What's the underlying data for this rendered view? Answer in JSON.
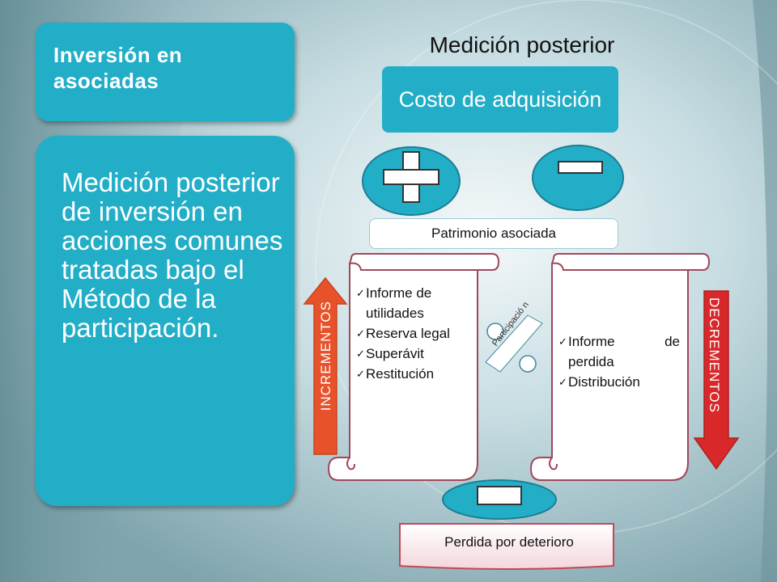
{
  "left_panel": {
    "title": "Inversión en asociadas",
    "body": "Medición posterior de inversión en acciones comunes tratadas bajo el Método de la participación."
  },
  "right_panel": {
    "heading": "Medición posterior",
    "cost_box": "Costo de adquisición",
    "equity_box": "Patrimonio asociada",
    "increments_label": "INCREMENTOS",
    "decrements_label": "DECREMENTOS",
    "participation_label": "Participació n",
    "increments_items": [
      "Informe de utilidades",
      "Reserva legal",
      "Superávit",
      "Restitución"
    ],
    "decrements_items": [
      "Informe de perdida",
      "Distribución"
    ],
    "impairment_box": "Perdida por deterioro"
  },
  "colors": {
    "teal": "#23aec8",
    "orange": "#e8522a",
    "red": "#d9282a",
    "pink_border": "#c4485a",
    "scroll_border": "#a0485a"
  },
  "icons": [
    "plus-icon",
    "minus-icon",
    "minus-icon"
  ]
}
